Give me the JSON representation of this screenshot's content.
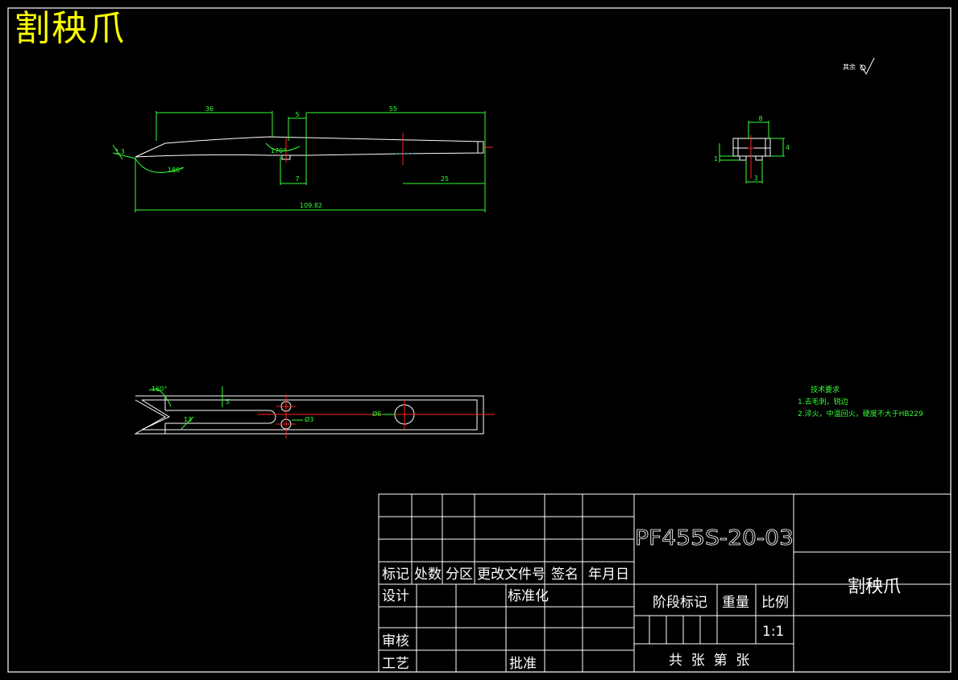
{
  "drawing": {
    "title": "割秧爪",
    "surface_roughness_label": "其余",
    "tech_requirements": {
      "heading": "技术要求",
      "items": [
        "1.去毛刺，锐边",
        "2.淬火，中温回火，硬度不大于HB229"
      ]
    }
  },
  "front_view": {
    "dimensions": {
      "d36": "36",
      "d5": "5",
      "d55": "55",
      "d7": "7",
      "d25": "25",
      "d109": "109.82",
      "d33": "3.3",
      "a180": "180°",
      "a170": "170°"
    }
  },
  "side_view": {
    "dimensions": {
      "d8": "8",
      "d4": "4",
      "d1": "1",
      "d3": "3"
    }
  },
  "top_view": {
    "dimensions": {
      "a160": "160°",
      "d5": "5",
      "d13": "13",
      "phi3": "Ø3",
      "phi6": "Ø6"
    }
  },
  "title_block": {
    "drawing_number": "PF455S-20-03",
    "part_name": "割秧爪",
    "headers": [
      "标记",
      "处数",
      "分区",
      "更改文件号",
      "签名",
      "年月日"
    ],
    "design": "设计",
    "standardize": "标准化",
    "review": "审核",
    "process": "工艺",
    "approve": "批准",
    "stage_mark": "阶段标记",
    "weight": "重量",
    "scale_label": "比例",
    "scale_value": "1:1",
    "sheets": "共  张  第  张"
  },
  "colors": {
    "background": "#000000",
    "outline": "#ffffff",
    "dimension": "#33ff33",
    "centerline": "#ff2020",
    "title": "#ffff00"
  }
}
